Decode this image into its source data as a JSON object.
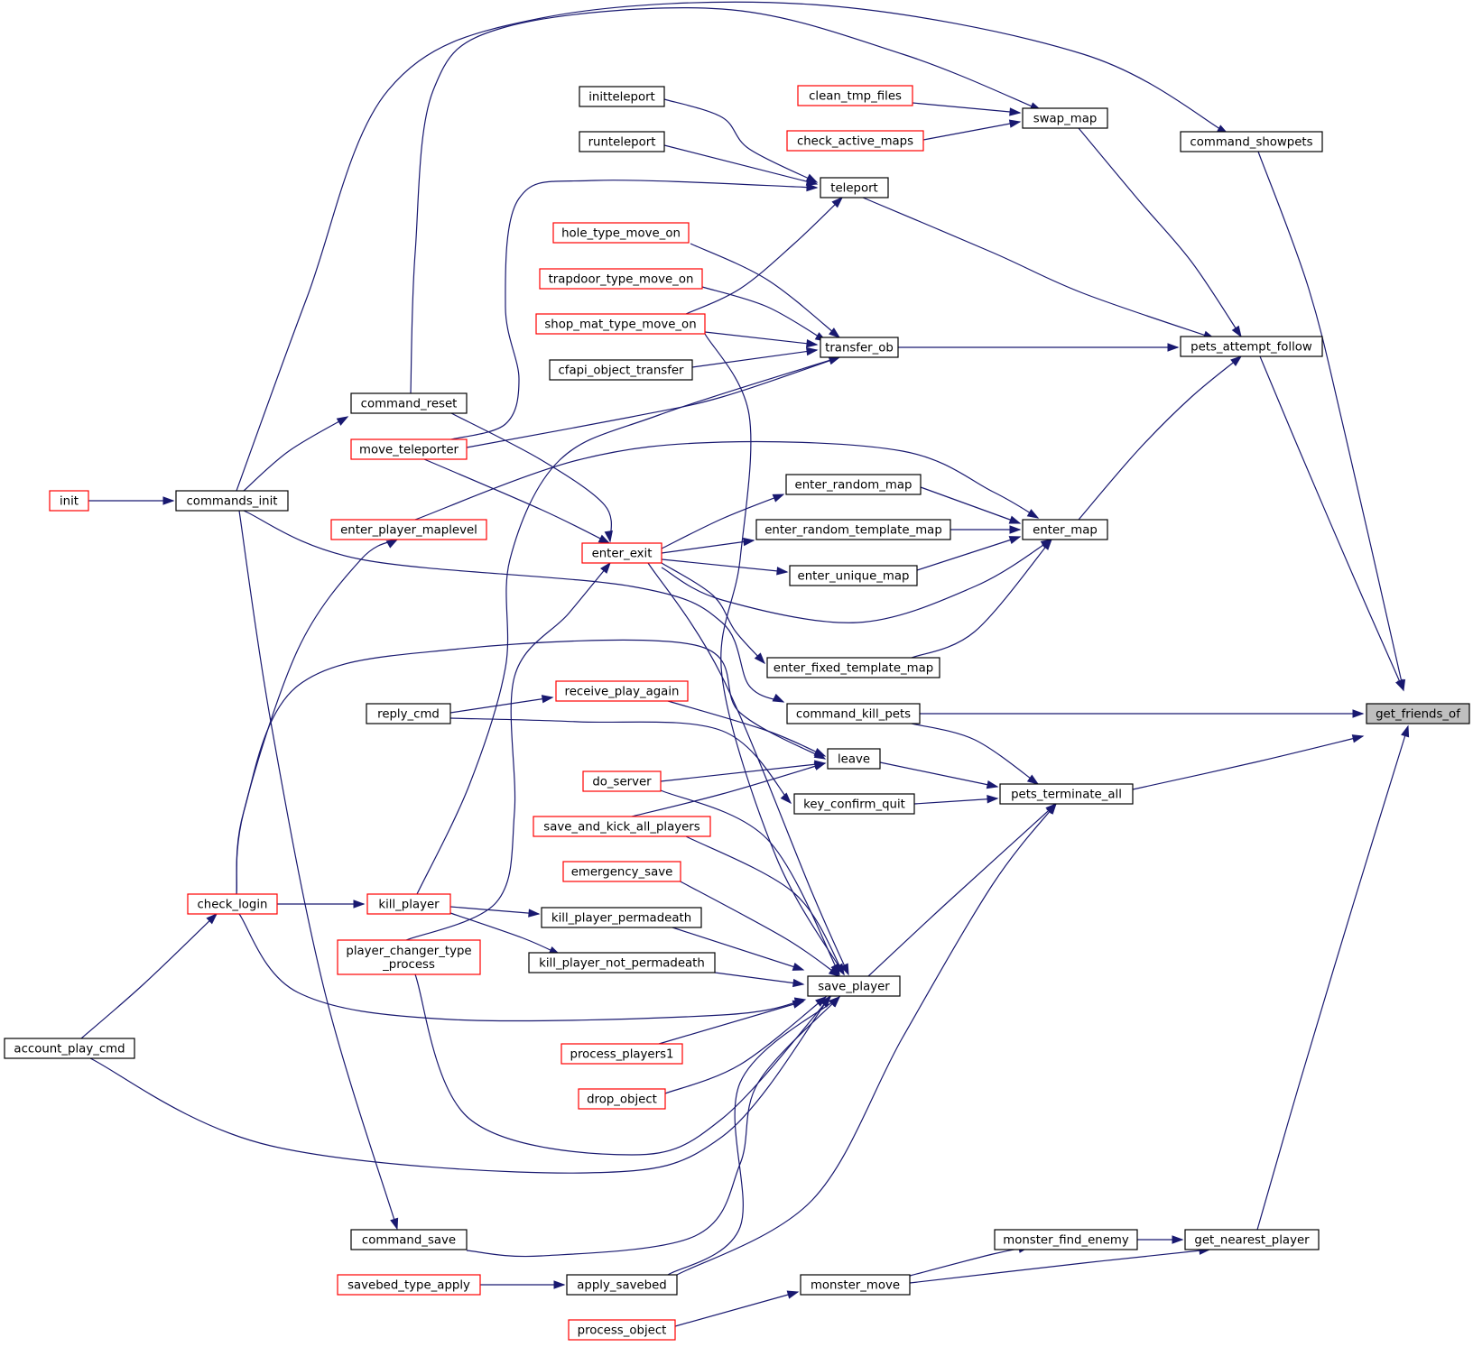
{
  "colors": {
    "edge": "#191970",
    "node_border_default": "#000000",
    "node_border_incomplete": "#ff0000",
    "node_fill_default": "#ffffff",
    "node_fill_root": "#bfbfbf"
  },
  "graph": {
    "root": "get_friends_of",
    "nodes": [
      {
        "id": "get_friends_of",
        "label": [
          "get_friends_of"
        ],
        "style": "root"
      },
      {
        "id": "command_showpets",
        "label": [
          "command_showpets"
        ],
        "style": "normal"
      },
      {
        "id": "pets_attempt_follow",
        "label": [
          "pets_attempt_follow"
        ],
        "style": "normal"
      },
      {
        "id": "command_kill_pets",
        "label": [
          "command_kill_pets"
        ],
        "style": "normal"
      },
      {
        "id": "pets_terminate_all",
        "label": [
          "pets_terminate_all"
        ],
        "style": "normal"
      },
      {
        "id": "get_nearest_player",
        "label": [
          "get_nearest_player"
        ],
        "style": "normal"
      },
      {
        "id": "commands_init",
        "label": [
          "commands_init"
        ],
        "style": "normal"
      },
      {
        "id": "init",
        "label": [
          "init"
        ],
        "style": "red"
      },
      {
        "id": "swap_map",
        "label": [
          "swap_map"
        ],
        "style": "normal"
      },
      {
        "id": "command_reset",
        "label": [
          "command_reset"
        ],
        "style": "normal"
      },
      {
        "id": "clean_tmp_files",
        "label": [
          "clean_tmp_files"
        ],
        "style": "red"
      },
      {
        "id": "check_active_maps",
        "label": [
          "check_active_maps"
        ],
        "style": "red"
      },
      {
        "id": "teleport",
        "label": [
          "teleport"
        ],
        "style": "normal"
      },
      {
        "id": "initteleport",
        "label": [
          "initteleport"
        ],
        "style": "normal"
      },
      {
        "id": "runteleport",
        "label": [
          "runteleport"
        ],
        "style": "normal"
      },
      {
        "id": "move_teleporter",
        "label": [
          "move_teleporter"
        ],
        "style": "red"
      },
      {
        "id": "shop_mat_type_move_on",
        "label": [
          "shop_mat_type_move_on"
        ],
        "style": "red"
      },
      {
        "id": "transfer_ob",
        "label": [
          "transfer_ob"
        ],
        "style": "normal"
      },
      {
        "id": "hole_type_move_on",
        "label": [
          "hole_type_move_on"
        ],
        "style": "red"
      },
      {
        "id": "trapdoor_type_move_on",
        "label": [
          "trapdoor_type_move_on"
        ],
        "style": "red"
      },
      {
        "id": "cfapi_object_transfer",
        "label": [
          "cfapi_object_transfer"
        ],
        "style": "normal"
      },
      {
        "id": "kill_player",
        "label": [
          "kill_player"
        ],
        "style": "red"
      },
      {
        "id": "enter_map",
        "label": [
          "enter_map"
        ],
        "style": "normal"
      },
      {
        "id": "enter_random_map",
        "label": [
          "enter_random_map"
        ],
        "style": "normal"
      },
      {
        "id": "enter_random_template_map",
        "label": [
          "enter_random_template_map"
        ],
        "style": "normal"
      },
      {
        "id": "enter_unique_map",
        "label": [
          "enter_unique_map"
        ],
        "style": "normal"
      },
      {
        "id": "enter_fixed_template_map",
        "label": [
          "enter_fixed_template_map"
        ],
        "style": "normal"
      },
      {
        "id": "enter_exit",
        "label": [
          "enter_exit"
        ],
        "style": "red"
      },
      {
        "id": "enter_player_maplevel",
        "label": [
          "enter_player_maplevel"
        ],
        "style": "red"
      },
      {
        "id": "check_login",
        "label": [
          "check_login"
        ],
        "style": "red"
      },
      {
        "id": "player_changer_type_process",
        "label": [
          "player_changer_type",
          "_process"
        ],
        "style": "red"
      },
      {
        "id": "save_player",
        "label": [
          "save_player"
        ],
        "style": "normal"
      },
      {
        "id": "leave",
        "label": [
          "leave"
        ],
        "style": "normal"
      },
      {
        "id": "key_confirm_quit",
        "label": [
          "key_confirm_quit"
        ],
        "style": "normal"
      },
      {
        "id": "reply_cmd",
        "label": [
          "reply_cmd"
        ],
        "style": "normal"
      },
      {
        "id": "receive_play_again",
        "label": [
          "receive_play_again"
        ],
        "style": "red"
      },
      {
        "id": "do_server",
        "label": [
          "do_server"
        ],
        "style": "red"
      },
      {
        "id": "save_and_kick_all_players",
        "label": [
          "save_and_kick_all_players"
        ],
        "style": "red"
      },
      {
        "id": "emergency_save",
        "label": [
          "emergency_save"
        ],
        "style": "red"
      },
      {
        "id": "kill_player_permadeath",
        "label": [
          "kill_player_permadeath"
        ],
        "style": "normal"
      },
      {
        "id": "kill_player_not_permadeath",
        "label": [
          "kill_player_not_permadeath"
        ],
        "style": "normal"
      },
      {
        "id": "account_play_cmd",
        "label": [
          "account_play_cmd"
        ],
        "style": "normal"
      },
      {
        "id": "process_players1",
        "label": [
          "process_players1"
        ],
        "style": "red"
      },
      {
        "id": "drop_object",
        "label": [
          "drop_object"
        ],
        "style": "red"
      },
      {
        "id": "command_save",
        "label": [
          "command_save"
        ],
        "style": "normal"
      },
      {
        "id": "apply_savebed",
        "label": [
          "apply_savebed"
        ],
        "style": "normal"
      },
      {
        "id": "savebed_type_apply",
        "label": [
          "savebed_type_apply"
        ],
        "style": "red"
      },
      {
        "id": "monster_find_enemy",
        "label": [
          "monster_find_enemy"
        ],
        "style": "normal"
      },
      {
        "id": "monster_move",
        "label": [
          "monster_move"
        ],
        "style": "normal"
      },
      {
        "id": "process_object",
        "label": [
          "process_object"
        ],
        "style": "red"
      }
    ],
    "edges": [
      {
        "from": "command_showpets",
        "to": "get_friends_of"
      },
      {
        "from": "pets_attempt_follow",
        "to": "get_friends_of"
      },
      {
        "from": "command_kill_pets",
        "to": "get_friends_of"
      },
      {
        "from": "pets_terminate_all",
        "to": "get_friends_of"
      },
      {
        "from": "get_nearest_player",
        "to": "get_friends_of"
      },
      {
        "from": "commands_init",
        "to": "command_showpets"
      },
      {
        "from": "init",
        "to": "commands_init"
      },
      {
        "from": "swap_map",
        "to": "pets_attempt_follow"
      },
      {
        "from": "command_reset",
        "to": "swap_map"
      },
      {
        "from": "commands_init",
        "to": "command_reset"
      },
      {
        "from": "clean_tmp_files",
        "to": "swap_map"
      },
      {
        "from": "check_active_maps",
        "to": "swap_map"
      },
      {
        "from": "teleport",
        "to": "pets_attempt_follow"
      },
      {
        "from": "initteleport",
        "to": "teleport"
      },
      {
        "from": "runteleport",
        "to": "teleport"
      },
      {
        "from": "move_teleporter",
        "to": "teleport"
      },
      {
        "from": "shop_mat_type_move_on",
        "to": "teleport"
      },
      {
        "from": "transfer_ob",
        "to": "pets_attempt_follow"
      },
      {
        "from": "hole_type_move_on",
        "to": "transfer_ob"
      },
      {
        "from": "trapdoor_type_move_on",
        "to": "transfer_ob"
      },
      {
        "from": "shop_mat_type_move_on",
        "to": "transfer_ob"
      },
      {
        "from": "cfapi_object_transfer",
        "to": "transfer_ob"
      },
      {
        "from": "move_teleporter",
        "to": "transfer_ob"
      },
      {
        "from": "kill_player",
        "to": "transfer_ob"
      },
      {
        "from": "enter_map",
        "to": "pets_attempt_follow"
      },
      {
        "from": "enter_random_map",
        "to": "enter_map"
      },
      {
        "from": "enter_random_template_map",
        "to": "enter_map"
      },
      {
        "from": "enter_unique_map",
        "to": "enter_map"
      },
      {
        "from": "enter_exit",
        "to": "enter_map"
      },
      {
        "from": "enter_fixed_template_map",
        "to": "enter_map"
      },
      {
        "from": "enter_player_maplevel",
        "to": "enter_map"
      },
      {
        "from": "enter_exit",
        "to": "enter_random_map"
      },
      {
        "from": "enter_exit",
        "to": "enter_random_template_map"
      },
      {
        "from": "enter_exit",
        "to": "enter_unique_map"
      },
      {
        "from": "enter_exit",
        "to": "enter_fixed_template_map"
      },
      {
        "from": "command_reset",
        "to": "enter_exit"
      },
      {
        "from": "move_teleporter",
        "to": "enter_exit"
      },
      {
        "from": "player_changer_type_process",
        "to": "enter_exit"
      },
      {
        "from": "check_login",
        "to": "enter_player_maplevel"
      },
      {
        "from": "commands_init",
        "to": "command_kill_pets"
      },
      {
        "from": "command_kill_pets",
        "to": "pets_terminate_all"
      },
      {
        "from": "leave",
        "to": "pets_terminate_all"
      },
      {
        "from": "key_confirm_quit",
        "to": "pets_terminate_all"
      },
      {
        "from": "save_player",
        "to": "pets_terminate_all"
      },
      {
        "from": "apply_savebed",
        "to": "pets_terminate_all"
      },
      {
        "from": "receive_play_again",
        "to": "leave"
      },
      {
        "from": "do_server",
        "to": "leave"
      },
      {
        "from": "save_and_kick_all_players",
        "to": "leave"
      },
      {
        "from": "check_login",
        "to": "leave"
      },
      {
        "from": "reply_cmd",
        "to": "receive_play_again"
      },
      {
        "from": "reply_cmd",
        "to": "key_confirm_quit"
      },
      {
        "from": "do_server",
        "to": "save_player"
      },
      {
        "from": "save_and_kick_all_players",
        "to": "save_player"
      },
      {
        "from": "emergency_save",
        "to": "save_player"
      },
      {
        "from": "kill_player_permadeath",
        "to": "save_player"
      },
      {
        "from": "kill_player_not_permadeath",
        "to": "save_player"
      },
      {
        "from": "check_login",
        "to": "save_player"
      },
      {
        "from": "account_play_cmd",
        "to": "save_player"
      },
      {
        "from": "process_players1",
        "to": "save_player"
      },
      {
        "from": "drop_object",
        "to": "save_player"
      },
      {
        "from": "command_save",
        "to": "save_player"
      },
      {
        "from": "apply_savebed",
        "to": "save_player"
      },
      {
        "from": "player_changer_type_process",
        "to": "save_player"
      },
      {
        "from": "shop_mat_type_move_on",
        "to": "save_player"
      },
      {
        "from": "enter_exit",
        "to": "save_player"
      },
      {
        "from": "kill_player",
        "to": "kill_player_permadeath"
      },
      {
        "from": "kill_player",
        "to": "kill_player_not_permadeath"
      },
      {
        "from": "check_login",
        "to": "kill_player"
      },
      {
        "from": "account_play_cmd",
        "to": "check_login"
      },
      {
        "from": "commands_init",
        "to": "command_save"
      },
      {
        "from": "savebed_type_apply",
        "to": "apply_savebed"
      },
      {
        "from": "monster_find_enemy",
        "to": "get_nearest_player"
      },
      {
        "from": "monster_move",
        "to": "get_nearest_player"
      },
      {
        "from": "monster_move",
        "to": "monster_find_enemy"
      },
      {
        "from": "process_object",
        "to": "monster_move"
      }
    ]
  }
}
